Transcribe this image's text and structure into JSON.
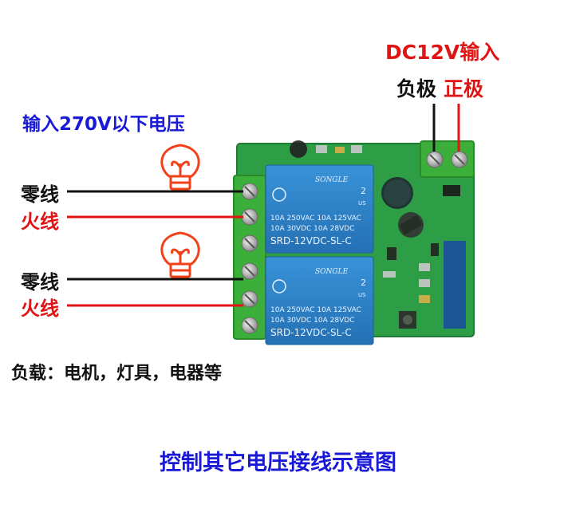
{
  "labels": {
    "dc_input": "DC12V输入",
    "negative": "负极",
    "positive": "正极",
    "input_voltage": "输入270V以下电压",
    "neutral_1": "零线",
    "live_1": "火线",
    "neutral_2": "零线",
    "live_2": "火线",
    "load": "负载：电机，灯具，电器等",
    "caption": "控制其它电压接线示意图"
  },
  "relays": [
    {
      "brand": "SONGLE",
      "line1": "10A 250VAC  10A 125VAC",
      "line2": "10A  30VDC  10A  28VDC",
      "model": "SRD-12VDC-SL-C",
      "mark_num": "2",
      "mark_us": "US"
    },
    {
      "brand": "SONGLE",
      "line1": "10A 250VAC  10A 125VAC",
      "line2": "10A  30VDC  10A  28VDC",
      "model": "SRD-12VDC-SL-C",
      "mark_num": "2",
      "mark_us": "US"
    }
  ],
  "colors": {
    "board": "#2e9e46",
    "terminal": "#3cae3a",
    "relay": "#2d84c8",
    "blue_text": "#1a1ad6",
    "red_text": "#e01414",
    "wire_black": "#111111",
    "wire_red": "#e01414",
    "bulb": "#f2401a"
  }
}
